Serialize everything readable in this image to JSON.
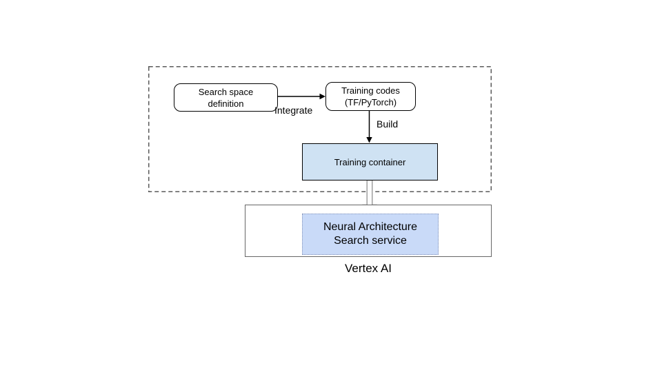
{
  "diagram": {
    "title_hint": "Neural Architecture Search workflow on Vertex AI",
    "nodes": {
      "search_space": {
        "lines": [
          "Search space",
          "definition"
        ]
      },
      "training_codes": {
        "lines": [
          "Training codes",
          "(TF/PyTorch)"
        ]
      },
      "training_container": {
        "label": "Training container",
        "fill": "#cfe2f3"
      },
      "nas_service": {
        "lines": [
          "Neural Architecture",
          "Search service"
        ],
        "fill": "#c9daf8"
      }
    },
    "edge_labels": {
      "integrate": "Integrate",
      "build": "Build"
    },
    "captions": {
      "vertex_ai": "Vertex AI"
    },
    "colors": {
      "node_border": "#000000",
      "dashed_group_border": "#595959",
      "vertex_container_border": "#666666",
      "nas_dotted_border": "#8090b8",
      "thick_arrow_stroke": "#999999",
      "thick_arrow_fill": "#fcfcfc",
      "background": "#ffffff"
    }
  }
}
